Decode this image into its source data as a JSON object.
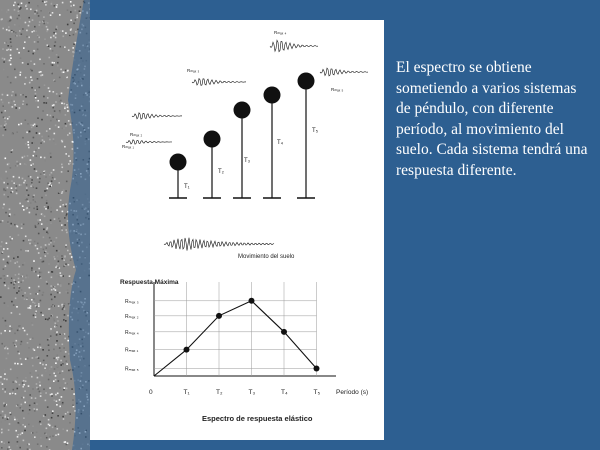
{
  "colors": {
    "background": "#2d5f91",
    "panel": "#ffffff",
    "ink": "#111111",
    "caption_text": "#ffffff"
  },
  "caption": "El espectro se obtiene sometiendo a varios sistemas de péndulo, con diferente período, al movimiento del suelo. Cada sistema tendrá una respuesta diferente.",
  "pendulums": {
    "period_labels": [
      "T₁",
      "T₂",
      "T₃",
      "T₄",
      "T₅"
    ],
    "response_labels": [
      "Rₘₐₓ ₁",
      "Rₘₐₓ ₂",
      "Rₘₐₓ ₃",
      "Rₘₐₓ ₄",
      "Rₘₐₓ ₅"
    ]
  },
  "ground_motion_label": "Movimiento del suelo",
  "chart_data": {
    "type": "line",
    "title": "Espectro de respuesta elástico",
    "ylabel": "Respuesta Máxima",
    "xlabel": "Período (s)",
    "x": [
      "T₁",
      "T₂",
      "T₃",
      "T₄",
      "T₅"
    ],
    "y": [
      "Rₘₐₓ ₁",
      "Rₘₐₓ ₂",
      "Rₘₐₓ ₃",
      "Rₘₐₓ ₄",
      "Rₘₐₓ ₅"
    ],
    "origin_label": "0",
    "x_positions": [
      1,
      2,
      3,
      4,
      5
    ],
    "y_values": [
      0.28,
      0.64,
      0.8,
      0.47,
      0.08
    ],
    "ytick_labels": [
      "Rₘₐₓ ₃",
      "Rₘₐₓ ₂",
      "Rₘₐₓ ₄",
      "Rₘₐₓ ₁",
      "Rₘₐₓ ₅"
    ],
    "ytick_values": [
      0.8,
      0.64,
      0.47,
      0.28,
      0.08
    ],
    "xlim": [
      0,
      5.6
    ],
    "ylim": [
      0,
      1
    ]
  }
}
